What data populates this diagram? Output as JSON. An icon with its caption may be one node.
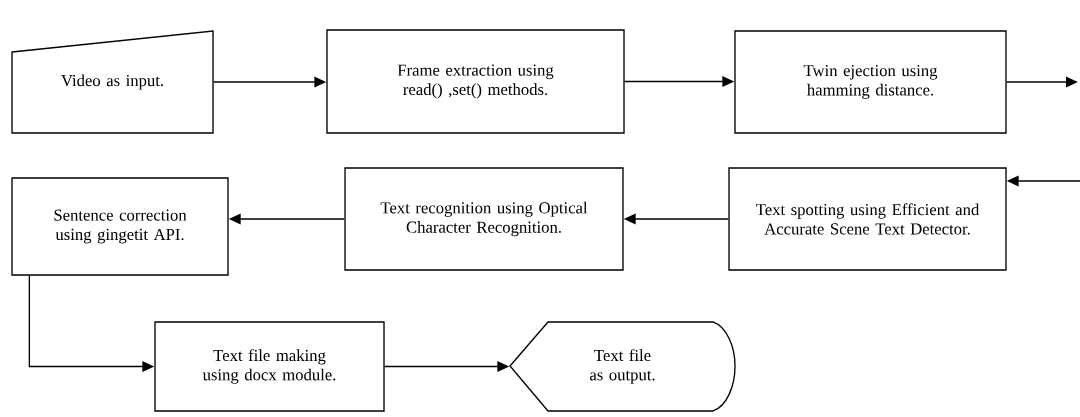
{
  "diagram": {
    "nodes": [
      {
        "text": [
          "Video as input."
        ]
      },
      {
        "text": [
          "Frame extraction using read() ,set() methods."
        ]
      },
      {
        "text": [
          "Twin ejection using hamming distance."
        ]
      },
      {
        "text": [
          "Text spotting using Efficient and Accurate Scene Text Detector."
        ]
      },
      {
        "text": [
          "Text recognition using Optical Character Recognition."
        ]
      },
      {
        "text": [
          "Sentence correction using gingetit API."
        ]
      },
      {
        "text": [
          "Text file making using docx module."
        ]
      },
      {
        "text": [
          "Text file as output."
        ]
      }
    ],
    "edges": [
      {
        "from": 0,
        "to": 1,
        "arrow": "to"
      },
      {
        "from": 1,
        "to": 2,
        "arrow": "to"
      },
      {
        "from": 2,
        "to": null,
        "arrow": "to"
      },
      {
        "from": null,
        "to": 3,
        "arrow": "to"
      },
      {
        "from": 3,
        "to": 4,
        "arrow": "to"
      },
      {
        "from": 4,
        "to": 5,
        "arrow": "to"
      },
      {
        "from": 5,
        "to": 6,
        "arrow": "to"
      },
      {
        "from": 6,
        "to": 7,
        "arrow": "to"
      }
    ]
  }
}
